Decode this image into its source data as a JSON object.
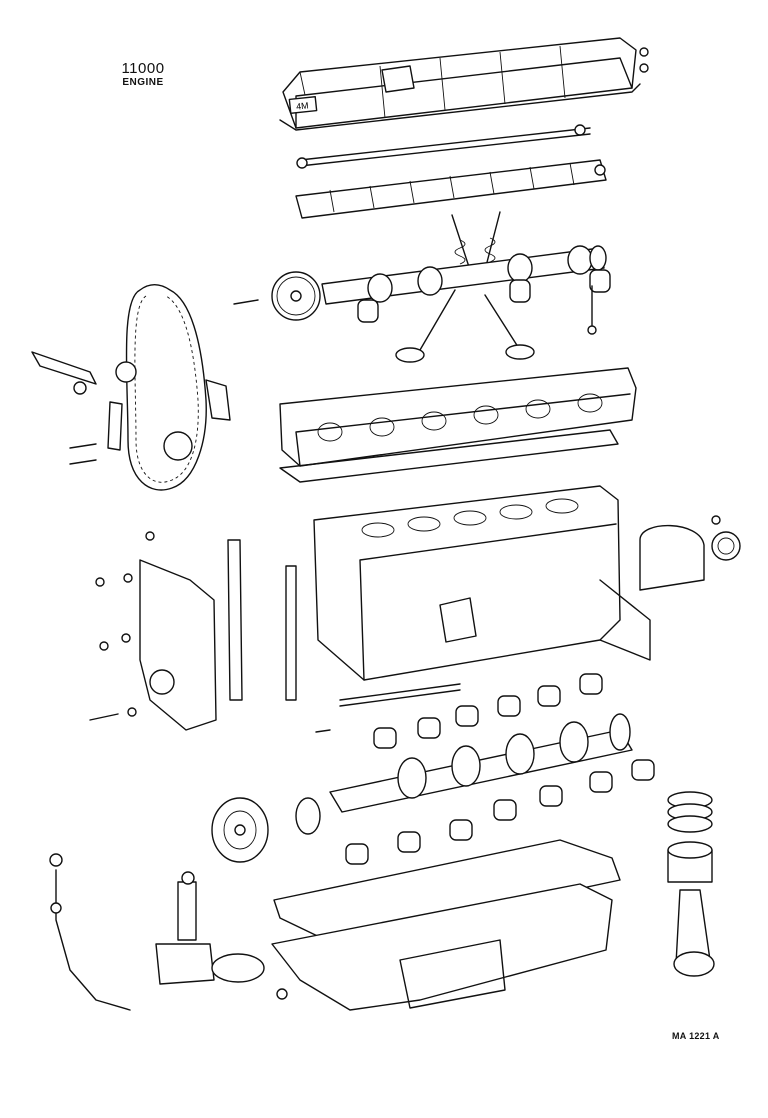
{
  "header": {
    "group_code": "11000",
    "group_name": "ENGINE"
  },
  "footer": {
    "reference_code": "MA 1221 A"
  },
  "cylinder_head_cover_mark": "4M"
}
